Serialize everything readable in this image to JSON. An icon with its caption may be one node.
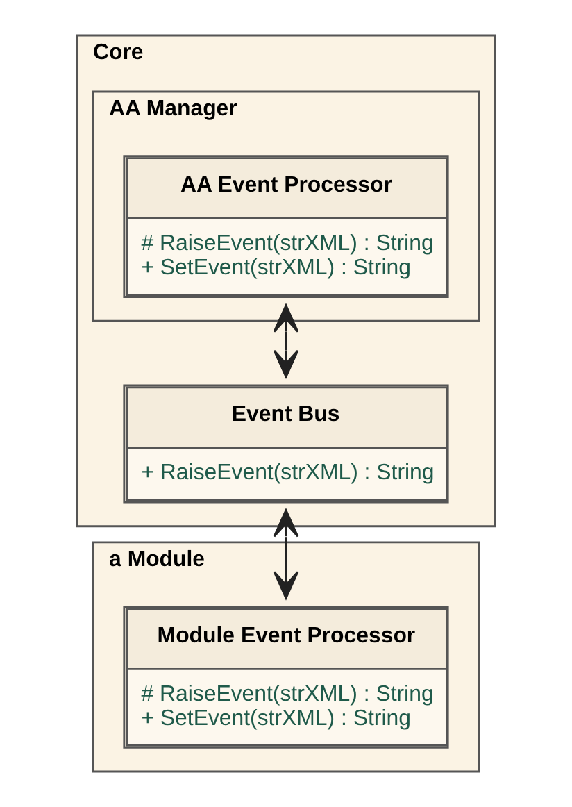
{
  "diagram": {
    "nodes": [
      {
        "text": [
          "Core"
        ]
      },
      {
        "text": [
          "AA Manager"
        ],
        "in": 0
      },
      {
        "text": [
          "AA Event Processor",
          "# RaiseEvent(strXML) : String",
          "+ SetEvent(strXML) : String"
        ],
        "in": 1
      },
      {
        "text": [
          "Event Bus",
          "+ RaiseEvent(strXML) : String"
        ],
        "in": 0
      },
      {
        "text": [
          "a Module"
        ]
      },
      {
        "text": [
          "Module Event Processor",
          "# RaiseEvent(strXML) : String",
          "+ SetEvent(strXML) : String"
        ],
        "in": 4
      }
    ],
    "edges": [
      {
        "from": 2,
        "to": 3,
        "arrow": "both"
      },
      {
        "from": 3,
        "to": 5,
        "arrow": "both"
      }
    ]
  }
}
